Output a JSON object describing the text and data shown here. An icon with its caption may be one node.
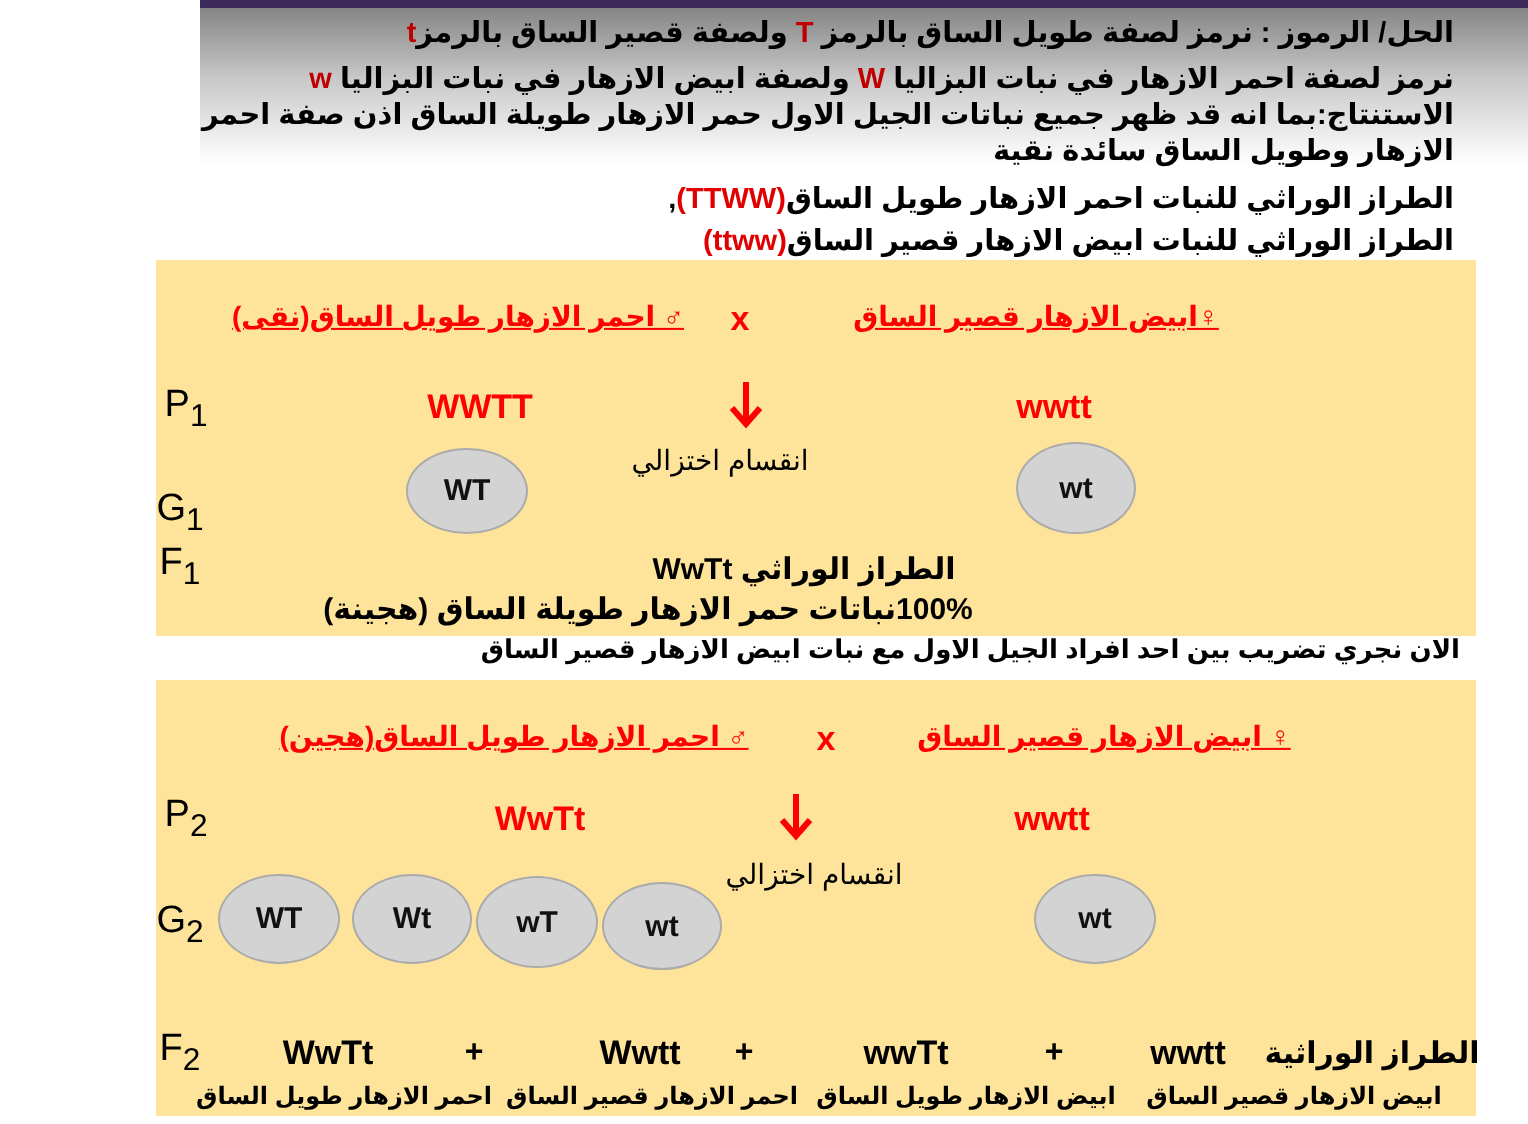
{
  "diagram": {
    "nodes": [
      {
        "text": [
          "♀ابيض الازهار قصير الساق",
          "x",
          "♂ احمر الازهار طويل الساق(نقى)",
          "wwtt",
          "WWTT",
          "P$_{1}$",
          "انقسام اختزالي",
          "G$_{1}$",
          "الطراز الوراثي WwTt",
          "F$_{1}$",
          "100%نباتات حمر الازهار طويلة الساق (هجينة)"
        ]
      },
      {
        "text": [
          "wt"
        ],
        "in": 0
      },
      {
        "text": [
          "WT"
        ],
        "in": 0
      },
      {
        "text": [
          "♀ ابيض الازهار قصير الساق",
          "x",
          "♂ احمر الازهار طويل الساق(هجين)",
          "wwtt",
          "WwTt",
          "P$_{2}$",
          "انقسام اختزالي",
          "G$_{2}$",
          "الطراز الوراثية",
          "wwtt",
          "+",
          "wwTt",
          "+",
          "Wwtt",
          "+",
          "WwTt",
          "F$_{2}$",
          "ابيض الازهار قصير الساق",
          "ابيض الازهار طويل الساق",
          "احمر الازهار قصير الساق",
          "احمر الازهار طويل الساق"
        ]
      },
      {
        "text": [
          "wt"
        ],
        "in": 3
      },
      {
        "text": [
          "wt"
        ],
        "in": 3
      },
      {
        "text": [
          "wT"
        ],
        "in": 3
      },
      {
        "text": [
          "Wt"
        ],
        "in": 3
      },
      {
        "text": [
          "WT"
        ],
        "in": 3
      }
    ],
    "labels": [
      "الحل/ الرموز : نرمز لصفة طويل الساق بالرمز T ولصفة قصير الساق بالرمزt",
      "نرمز لصفة احمر الازهار في نبات البزاليا W ولصفة ابيض الازهار في نبات البزاليا w",
      "الاستنتاج:بما انه قد ظهر جميع نباتات الجيل الاول حمر الازهار طويلة الساق اذن صفة احمر الازهار وطويل الساق سائدة نقية",
      "الطراز الوراثي للنبات احمر الازهار طويل الساق(TTWW),",
      "الطراز الوراثي للنبات ابيض الازهار قصير الساق(ttww)",
      "الان نجري تضريب بين احد افراد الجيل الاول مع نبات ابيض الازهار قصير الساق"
    ]
  }
}
